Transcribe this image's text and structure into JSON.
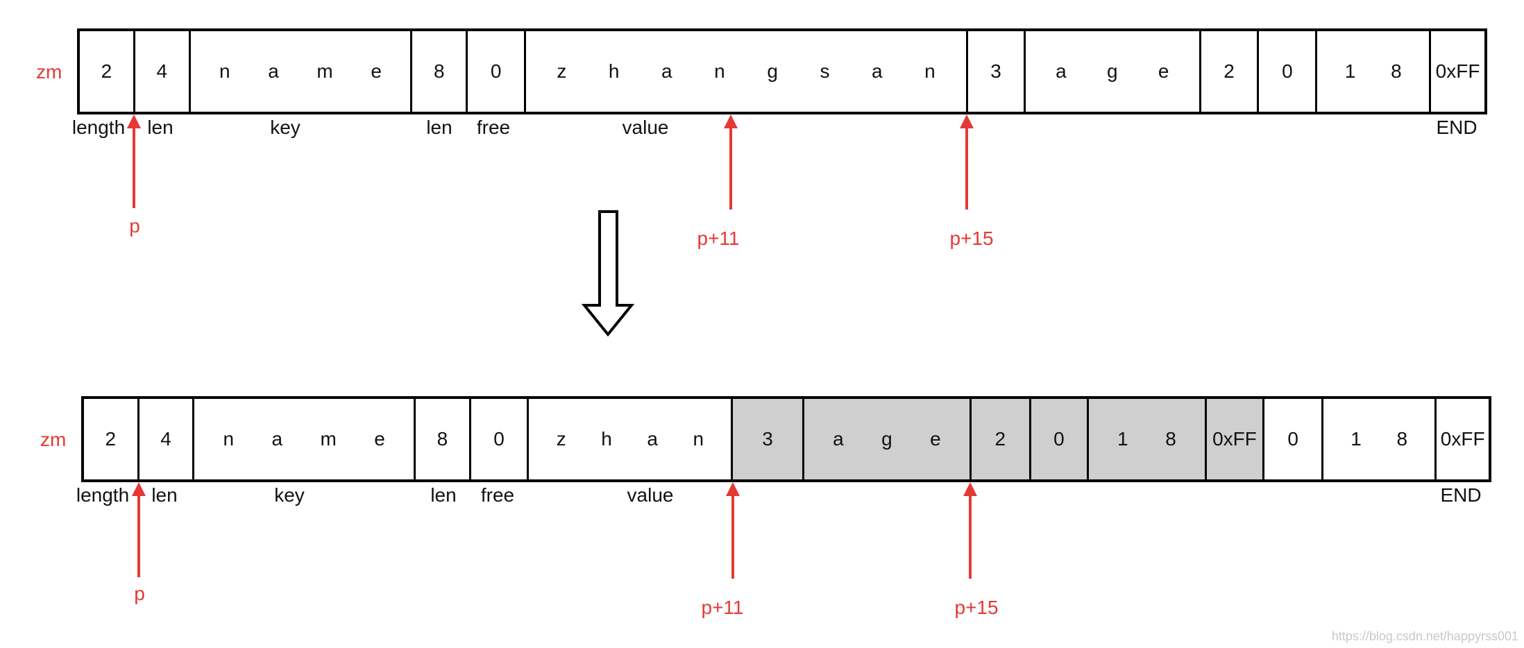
{
  "top": {
    "row_label": "zm",
    "cells": [
      {
        "id": "length",
        "chars": [
          "2"
        ]
      },
      {
        "id": "len1",
        "chars": [
          "4"
        ]
      },
      {
        "id": "key",
        "chars": [
          "n",
          "a",
          "m",
          "e"
        ]
      },
      {
        "id": "len2",
        "chars": [
          "8"
        ]
      },
      {
        "id": "free",
        "chars": [
          "0"
        ]
      },
      {
        "id": "value",
        "chars": [
          "z",
          "h",
          "a",
          "n",
          "g",
          "s",
          "a",
          "n"
        ]
      },
      {
        "id": "len3",
        "chars": [
          "3"
        ]
      },
      {
        "id": "key2",
        "chars": [
          "a",
          "g",
          "e"
        ]
      },
      {
        "id": "len4",
        "chars": [
          "2"
        ]
      },
      {
        "id": "free2",
        "chars": [
          "0"
        ]
      },
      {
        "id": "value2",
        "chars": [
          "1",
          "8"
        ]
      },
      {
        "id": "end",
        "chars": [
          "0xFF"
        ]
      }
    ],
    "field_labels": [
      "length",
      "len",
      "key",
      "len",
      "free",
      "value",
      "END"
    ],
    "pointers": [
      "p",
      "p+11",
      "p+15"
    ]
  },
  "bottom": {
    "row_label": "zm",
    "cells": [
      {
        "id": "length",
        "chars": [
          "2"
        ]
      },
      {
        "id": "len1",
        "chars": [
          "4"
        ]
      },
      {
        "id": "key",
        "chars": [
          "n",
          "a",
          "m",
          "e"
        ]
      },
      {
        "id": "len2",
        "chars": [
          "8"
        ]
      },
      {
        "id": "free",
        "chars": [
          "0"
        ]
      },
      {
        "id": "value",
        "chars": [
          "z",
          "h",
          "a",
          "n"
        ]
      },
      {
        "id": "len3",
        "chars": [
          "3"
        ],
        "shaded": true
      },
      {
        "id": "key2",
        "chars": [
          "a",
          "g",
          "e"
        ],
        "shaded": true
      },
      {
        "id": "len4",
        "chars": [
          "2"
        ],
        "shaded": true
      },
      {
        "id": "free2",
        "chars": [
          "0"
        ],
        "shaded": true
      },
      {
        "id": "value2",
        "chars": [
          "1",
          "8"
        ],
        "shaded": true
      },
      {
        "id": "end-moved",
        "chars": [
          "0xFF"
        ],
        "shaded": true
      },
      {
        "id": "stale-free",
        "chars": [
          "0"
        ]
      },
      {
        "id": "stale-value",
        "chars": [
          "1",
          "8"
        ]
      },
      {
        "id": "end",
        "chars": [
          "0xFF"
        ]
      }
    ],
    "field_labels": [
      "length",
      "len",
      "key",
      "len",
      "free",
      "value",
      "END"
    ],
    "pointers": [
      "p",
      "p+11",
      "p+15"
    ]
  },
  "watermark": "https://blog.csdn.net/happyrss001",
  "colors": {
    "pointer": "#e53935",
    "shade": "#cfcfcf"
  }
}
